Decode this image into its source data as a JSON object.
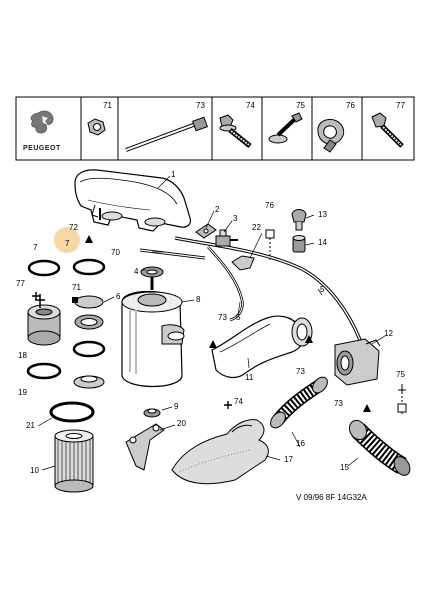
{
  "brand": {
    "name": "PEUGEOT"
  },
  "header": {
    "cells": [
      {
        "id": "71",
        "label": "71"
      },
      {
        "id": "73",
        "label": "73"
      },
      {
        "id": "74",
        "label": "74"
      },
      {
        "id": "75",
        "label": "75"
      },
      {
        "id": "76",
        "label": "76"
      },
      {
        "id": "77",
        "label": "77"
      }
    ]
  },
  "callouts": {
    "c1": "1",
    "c2": "2",
    "c3": "3",
    "c4": "4",
    "c5a": "5",
    "c5b": "5",
    "c6": "6",
    "c7a": "7",
    "c7b": "7",
    "c8": "8",
    "c9": "9",
    "c10": "10",
    "c11": "11",
    "c12": "12",
    "c13": "13",
    "c14": "14",
    "c15": "15",
    "c16": "16",
    "c17": "17",
    "c18": "18",
    "c19": "19",
    "c20": "20",
    "c21": "21",
    "c22": "22",
    "c70": "70",
    "c71": "71",
    "c72": "72",
    "c73a": "73",
    "c73b": "73",
    "c73c": "73",
    "c74": "74",
    "c75": "75",
    "c76": "76",
    "c77": "77"
  },
  "reference": "V 09/96 8F 14G32A",
  "colors": {
    "highlight": "#f5c98a",
    "line": "#000000",
    "shade": "#9a9a9a"
  }
}
